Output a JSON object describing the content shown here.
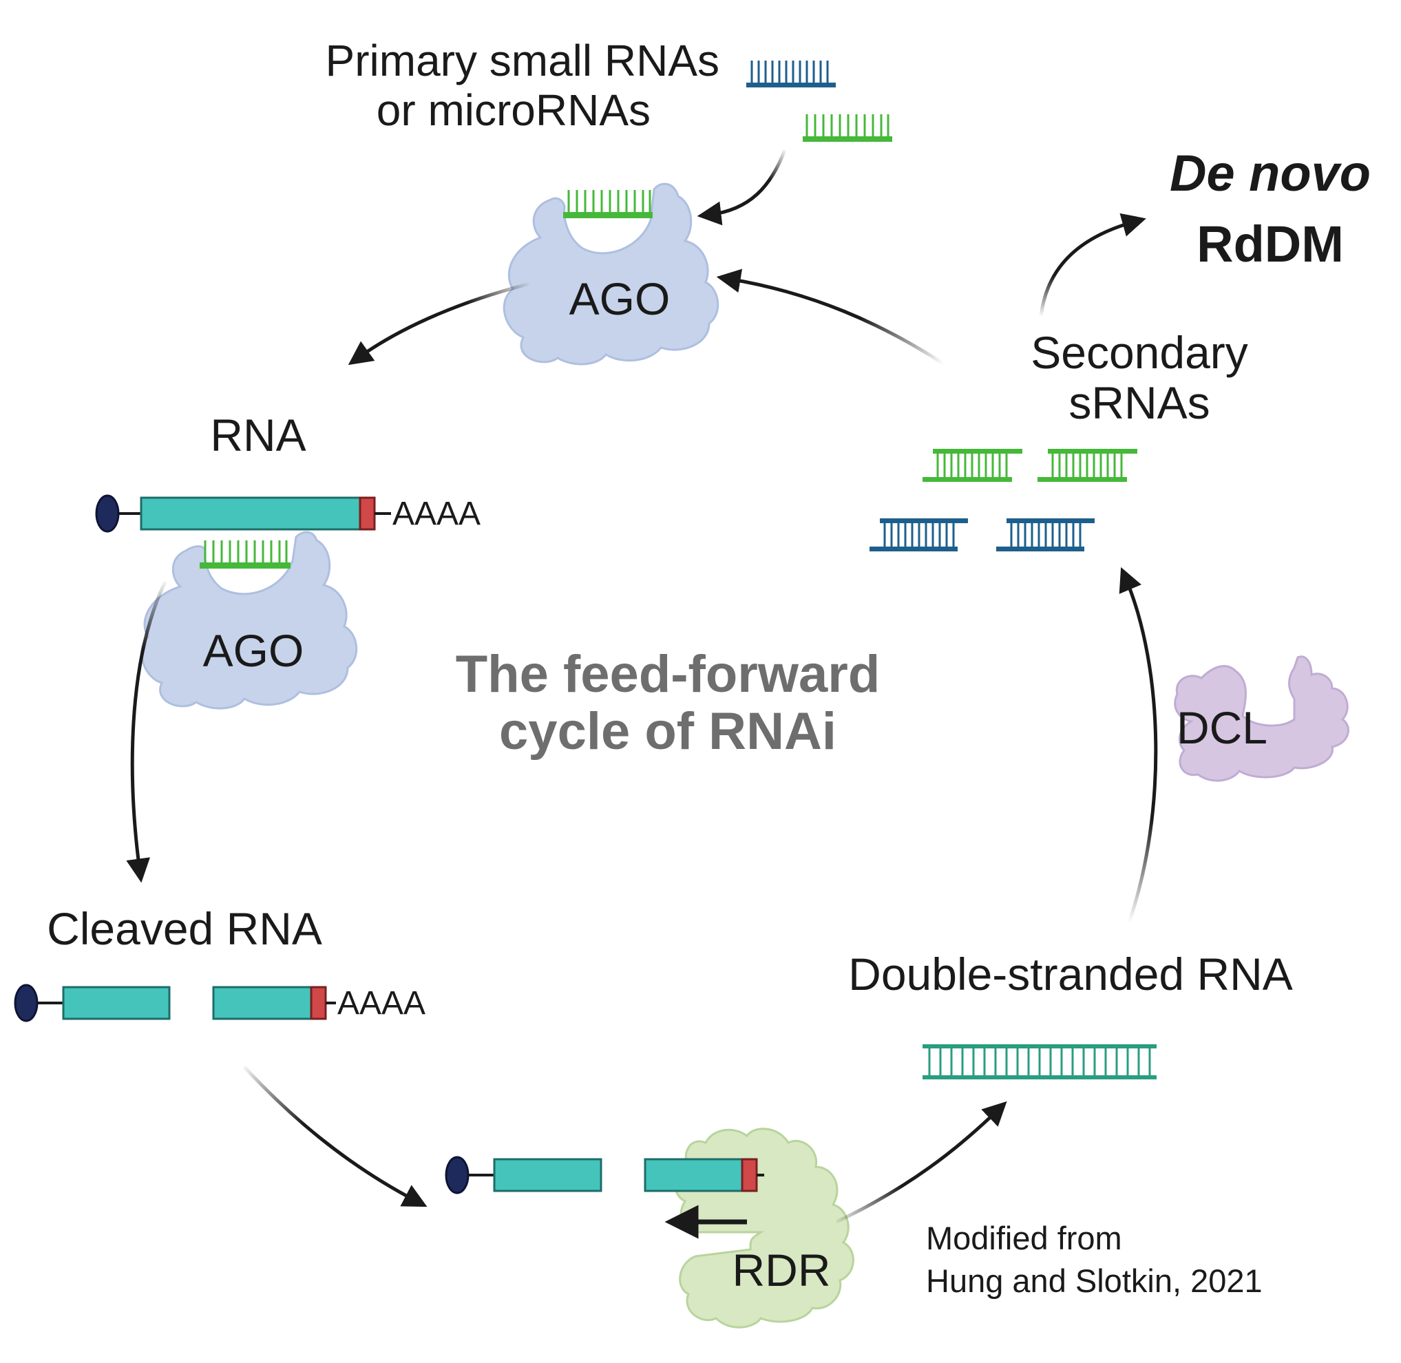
{
  "labels": {
    "primary_line1": "Primary small RNAs",
    "primary_line2": "or microRNAs",
    "ago_top": "AGO",
    "ago_mid": "AGO",
    "rna": "RNA",
    "poly_a_1": "AAAA",
    "cleaved_rna": "Cleaved RNA",
    "poly_a_2": "AAAA",
    "center_line1": "The feed-forward",
    "center_line2": "cycle of RNAi",
    "de_novo": "De novo",
    "rddm": "RdDM",
    "secondary_line1": "Secondary",
    "secondary_line2": "sRNAs",
    "dcl": "DCL",
    "dsrna": "Double-stranded RNA",
    "rdr": "RDR",
    "credit_line1": "Modified from",
    "credit_line2": "Hung and Slotkin, 2021"
  },
  "colors": {
    "teal": "#45c4bb",
    "teal_dark": "#1d6d68",
    "cap": "#1f2a5c",
    "tail": "#d04848",
    "green_srna": "#45b83a",
    "blue_srna": "#1d5f8c",
    "ago": "#c6d3ea",
    "dcl": "#d6c6e2",
    "rdr": "#d7e8c2",
    "dsrna": "#2a9d80"
  }
}
